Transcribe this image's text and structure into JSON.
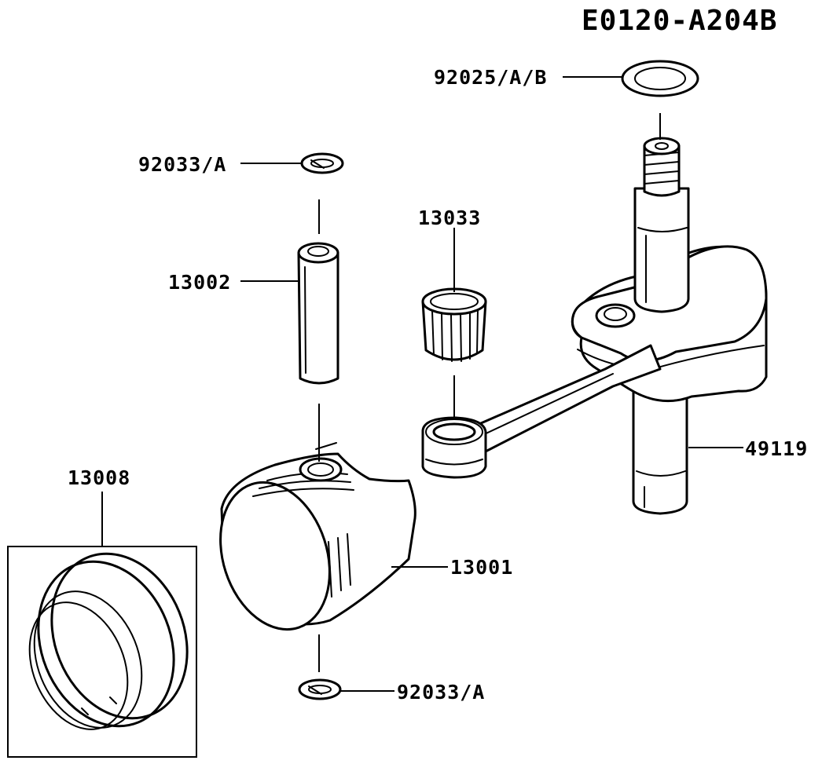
{
  "diagram": {
    "id_label": "E0120-A204B",
    "callouts": {
      "washer": "92025/A/B",
      "circlip_top": "92033/A",
      "bearing": "13033",
      "pin": "13002",
      "ring_set": "13008",
      "piston": "13001",
      "crankshaft": "49119",
      "circlip_bottom": "92033/A"
    }
  }
}
